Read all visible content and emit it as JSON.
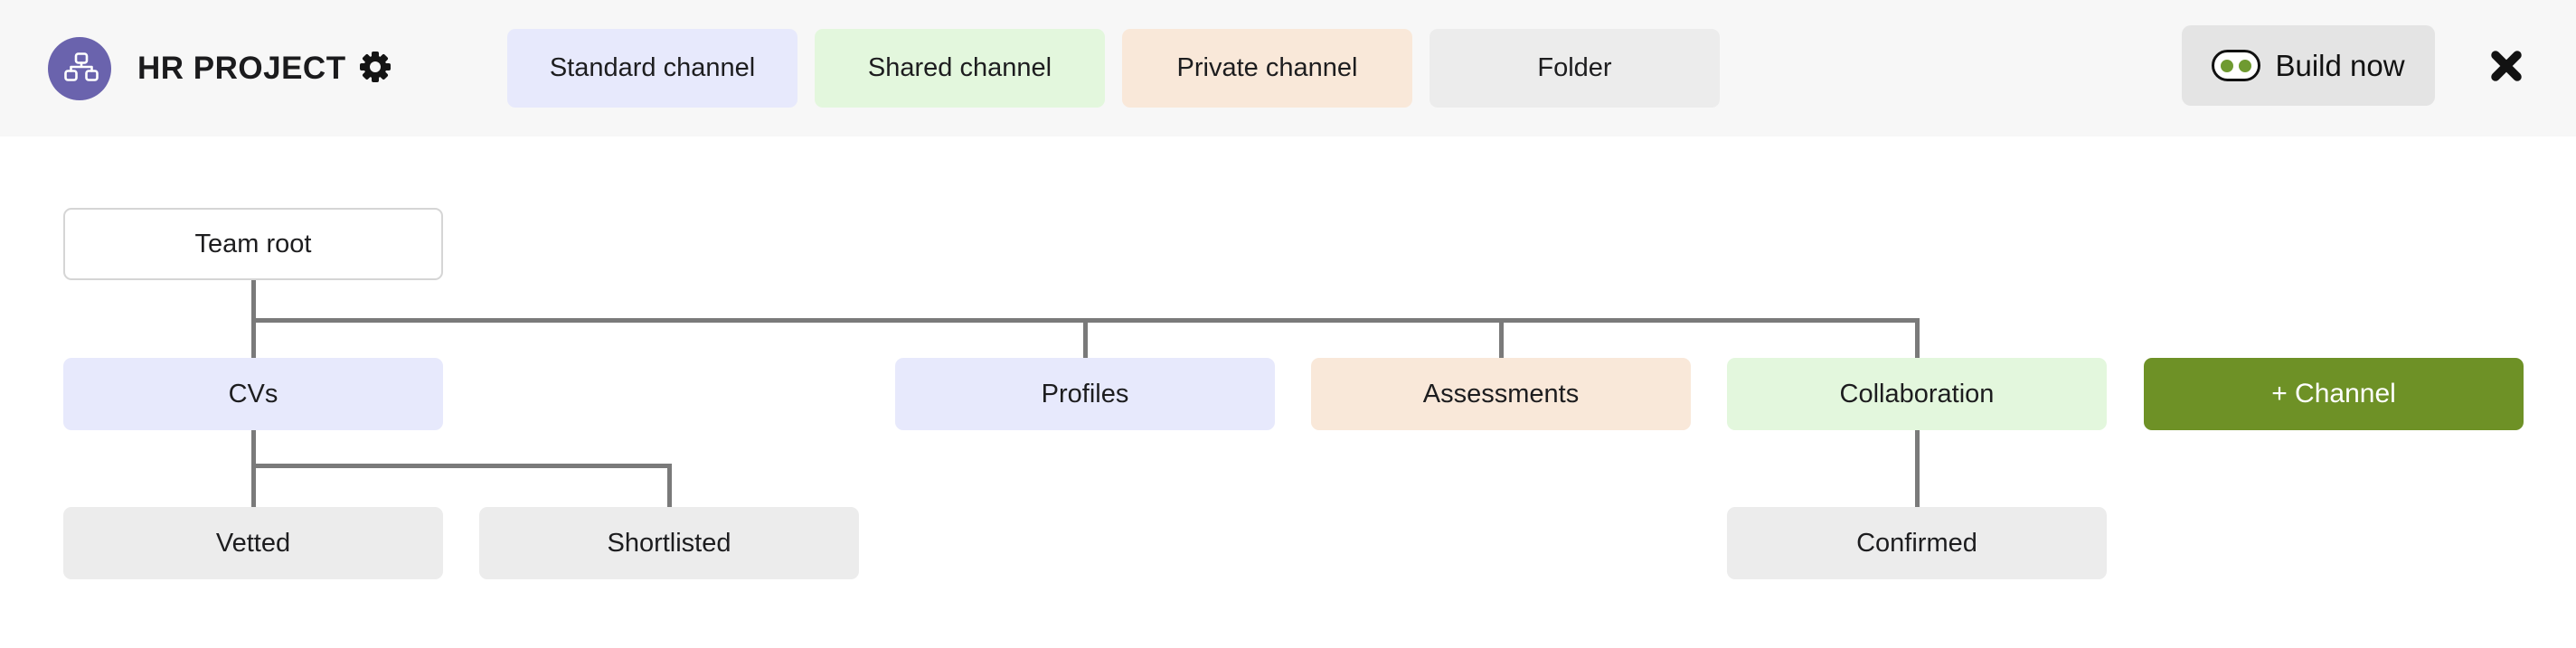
{
  "header": {
    "title": "HR PROJECT",
    "legend": [
      {
        "label": "Standard channel",
        "type": "standard",
        "color": "#e7e9fc"
      },
      {
        "label": "Shared channel",
        "type": "shared",
        "color": "#e3f7dd"
      },
      {
        "label": "Private channel",
        "type": "private",
        "color": "#f9e8d9"
      },
      {
        "label": "Folder",
        "type": "folder",
        "color": "#ececec"
      }
    ],
    "build_button": {
      "label": "Build now",
      "icon": "bot-eyes"
    },
    "icons": {
      "logo": "org-chart",
      "settings": "gear",
      "close": "close-x"
    }
  },
  "tree": {
    "root": {
      "label": "Team root",
      "type": "root"
    },
    "channels": [
      {
        "label": "CVs",
        "type": "standard",
        "children": [
          {
            "label": "Vetted",
            "type": "folder"
          },
          {
            "label": "Shortlisted",
            "type": "folder"
          }
        ]
      },
      {
        "label": "Profiles",
        "type": "standard",
        "children": []
      },
      {
        "label": "Assessments",
        "type": "private",
        "children": []
      },
      {
        "label": "Collaboration",
        "type": "shared",
        "children": [
          {
            "label": "Confirmed",
            "type": "folder"
          }
        ]
      }
    ],
    "add_channel_label": "+ Channel"
  },
  "colors": {
    "header_bg": "#f7f7f7",
    "canvas_bg": "#ffffff",
    "standard_channel": "#e7e9fc",
    "shared_channel": "#e3f7dd",
    "private_channel": "#f9e8d9",
    "folder": "#ececec",
    "add_channel": "#6e9126",
    "logo_purple": "#6a63ad",
    "connector_gray": "#7a7a7a",
    "build_button_bg": "#e4e4e4",
    "bot_eye_green": "#6f9a31"
  }
}
